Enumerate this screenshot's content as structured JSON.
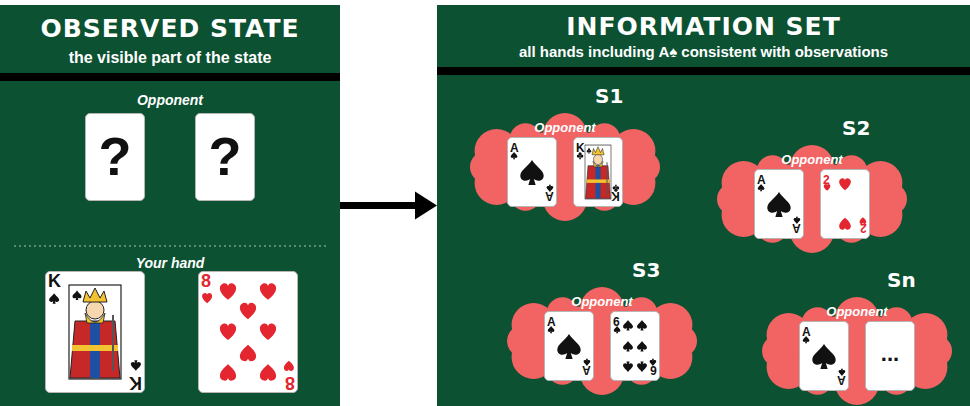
{
  "diagram": {
    "nodes": [
      {
        "text": [
          "OBSERVED STATE",
          "the visible part of the state",
          "Opponent",
          "Your hand"
        ]
      },
      {
        "text": [
          "?"
        ],
        "in": 0
      },
      {
        "text": [
          "?"
        ],
        "in": 0
      },
      {
        "text": [
          "K",
          "K"
        ],
        "in": 0
      },
      {
        "text": [
          "8",
          "8"
        ],
        "in": 0
      },
      {
        "text": [
          "INFORMATION SET",
          "all hands including A♠ consistent with observations"
        ]
      },
      {
        "text": [
          "S1",
          "Opponent"
        ],
        "in": 5
      },
      {
        "text": [
          "A",
          "A"
        ],
        "in": 6
      },
      {
        "text": [
          "K",
          "K"
        ],
        "in": 6
      },
      {
        "text": [
          "S2",
          "Opponent"
        ],
        "in": 5
      },
      {
        "text": [
          "A",
          "A"
        ],
        "in": 9
      },
      {
        "text": [
          "2",
          "2"
        ],
        "in": 9
      },
      {
        "text": [
          "S3",
          "Opponent"
        ],
        "in": 5
      },
      {
        "text": [
          "A",
          "A"
        ],
        "in": 12
      },
      {
        "text": [
          "6",
          "6"
        ],
        "in": 12
      },
      {
        "text": [
          "Sn",
          "Opponent"
        ],
        "in": 5
      },
      {
        "text": [
          "A",
          "A"
        ],
        "in": 15
      },
      {
        "text": [
          "..."
        ],
        "in": 15
      }
    ],
    "edges": [
      {
        "from": 0,
        "to": 5,
        "arrow": "to"
      }
    ]
  }
}
